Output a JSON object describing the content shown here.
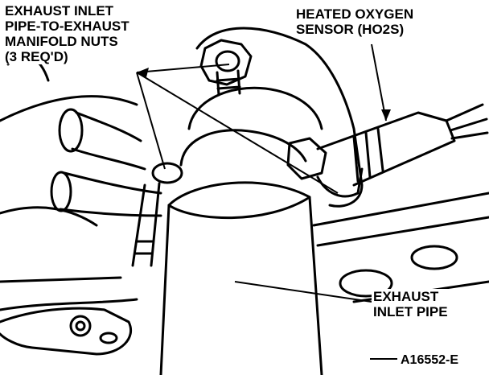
{
  "labels": {
    "nuts": [
      "EXHAUST INLET",
      "PIPE-TO-EXHAUST",
      "MANIFOLD NUTS",
      "(3 REQ'D)"
    ],
    "sensor": [
      "HEATED OXYGEN",
      "SENSOR (HO2S)"
    ],
    "pipe": [
      "EXHAUST",
      "INLET PIPE"
    ]
  },
  "figure_id": "A16552-E",
  "colors": {
    "ink": "#000000",
    "paper": "#ffffff"
  }
}
